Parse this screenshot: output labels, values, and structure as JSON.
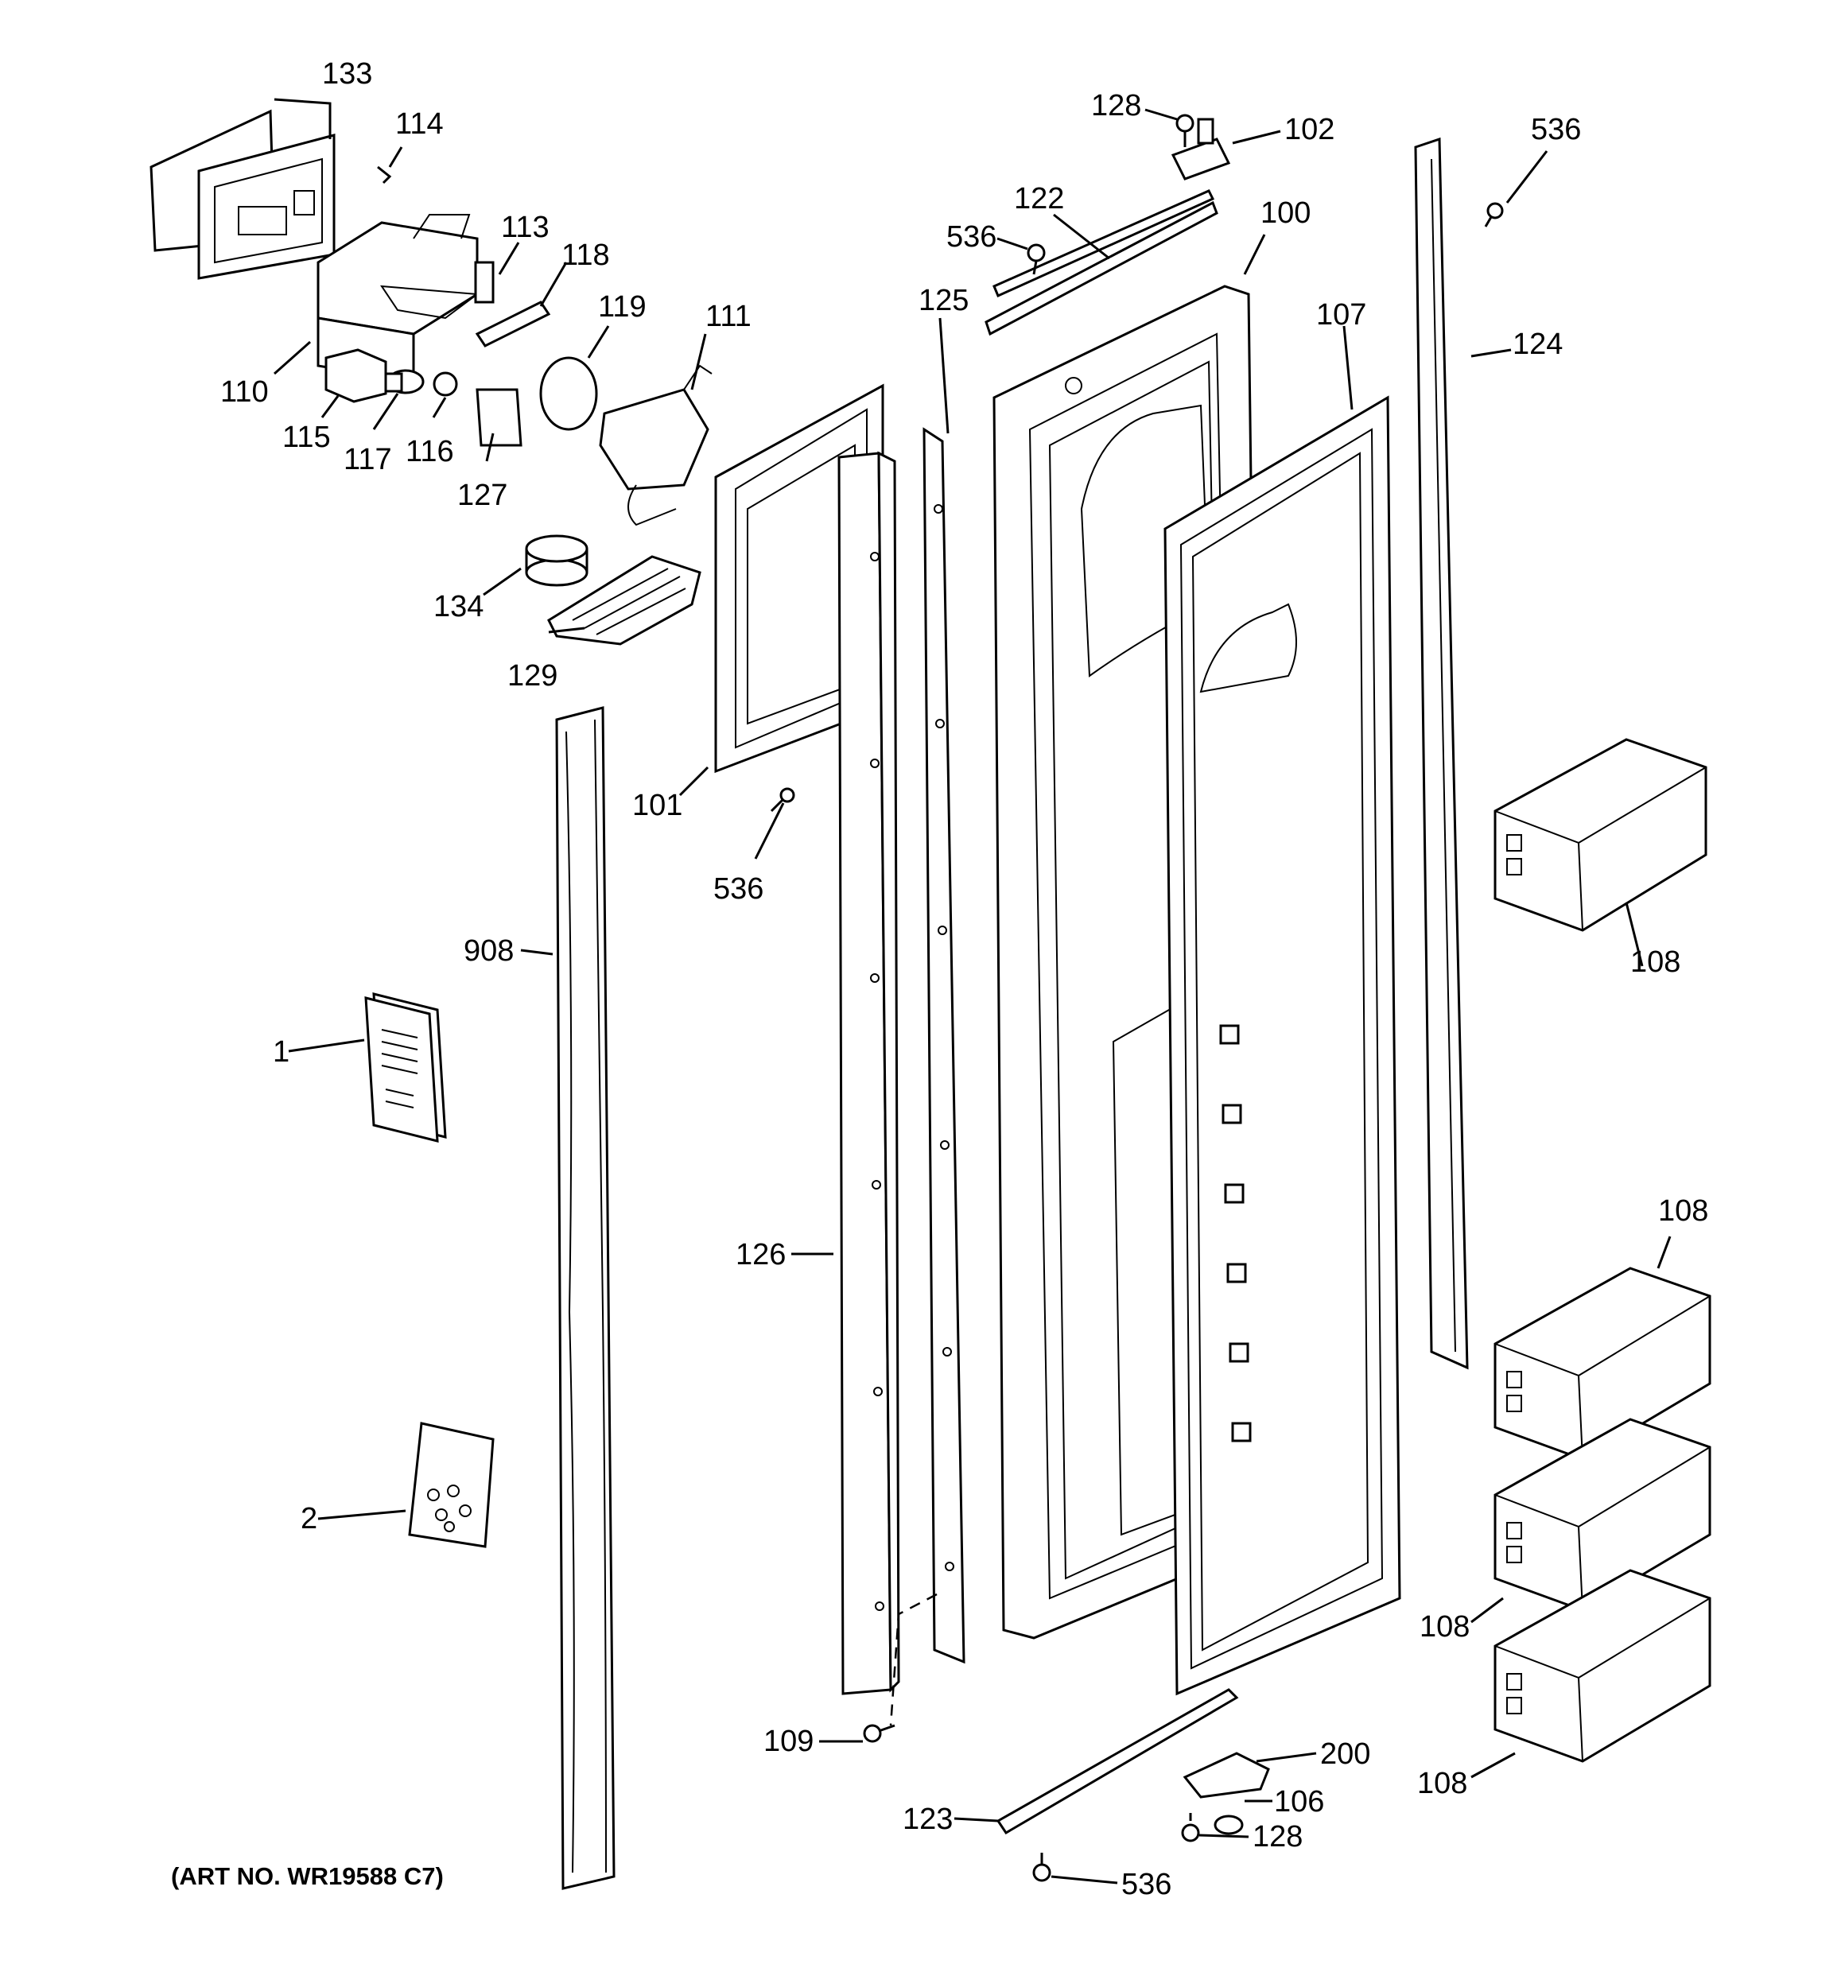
{
  "diagram": {
    "art_number": "(ART NO. WR19588 C7)",
    "callouts": [
      {
        "id": "133",
        "label": "133"
      },
      {
        "id": "114",
        "label": "114"
      },
      {
        "id": "113",
        "label": "113"
      },
      {
        "id": "118",
        "label": "118"
      },
      {
        "id": "119",
        "label": "119"
      },
      {
        "id": "111",
        "label": "111"
      },
      {
        "id": "110",
        "label": "110"
      },
      {
        "id": "115",
        "label": "115"
      },
      {
        "id": "117",
        "label": "117"
      },
      {
        "id": "116",
        "label": "116"
      },
      {
        "id": "127",
        "label": "127"
      },
      {
        "id": "134",
        "label": "134"
      },
      {
        "id": "129",
        "label": "129"
      },
      {
        "id": "101",
        "label": "101"
      },
      {
        "id": "536a",
        "label": "536"
      },
      {
        "id": "908",
        "label": "908"
      },
      {
        "id": "1",
        "label": "1"
      },
      {
        "id": "2",
        "label": "2"
      },
      {
        "id": "126",
        "label": "126"
      },
      {
        "id": "125",
        "label": "125"
      },
      {
        "id": "128a",
        "label": "128"
      },
      {
        "id": "102",
        "label": "102"
      },
      {
        "id": "122",
        "label": "122"
      },
      {
        "id": "536b",
        "label": "536"
      },
      {
        "id": "100",
        "label": "100"
      },
      {
        "id": "107",
        "label": "107"
      },
      {
        "id": "536c",
        "label": "536"
      },
      {
        "id": "124",
        "label": "124"
      },
      {
        "id": "108a",
        "label": "108"
      },
      {
        "id": "108b",
        "label": "108"
      },
      {
        "id": "108c",
        "label": "108"
      },
      {
        "id": "108d",
        "label": "108"
      },
      {
        "id": "109",
        "label": "109"
      },
      {
        "id": "200",
        "label": "200"
      },
      {
        "id": "106",
        "label": "106"
      },
      {
        "id": "123",
        "label": "123"
      },
      {
        "id": "128b",
        "label": "128"
      },
      {
        "id": "536d",
        "label": "536"
      }
    ]
  }
}
